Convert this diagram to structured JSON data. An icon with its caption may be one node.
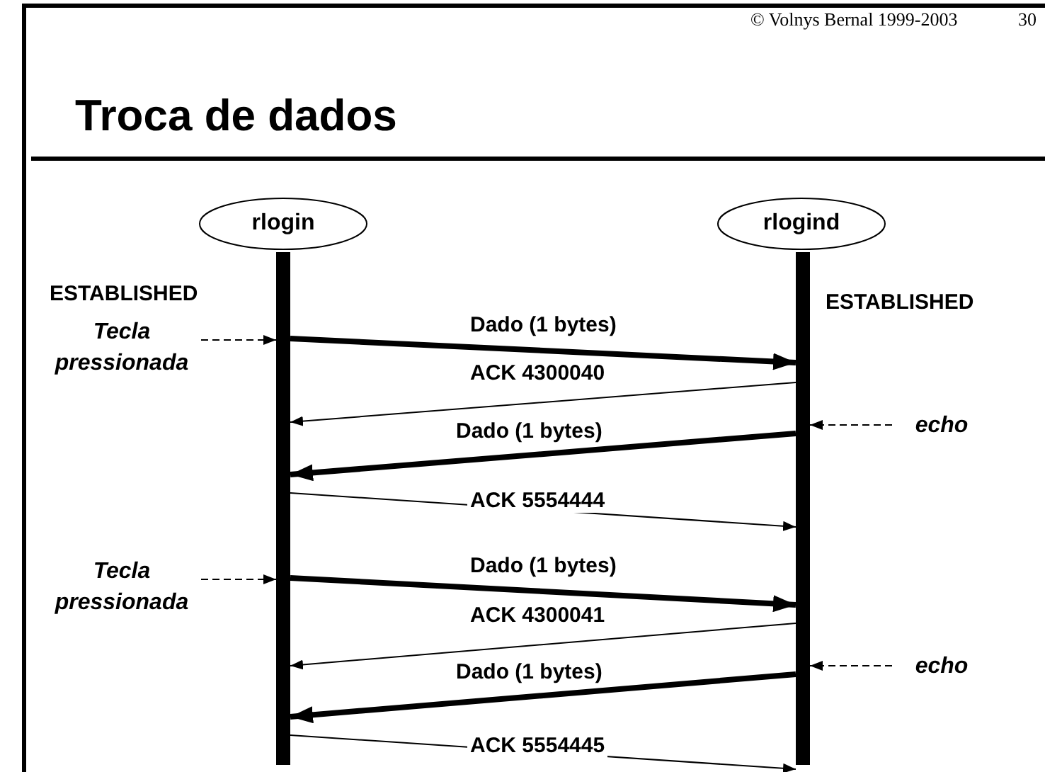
{
  "diagram": {
    "title": "Troca de dados",
    "nodes": [
      {
        "text": [
          "rlogin"
        ]
      },
      {
        "text": [
          "rlogind"
        ]
      },
      {
        "text": [],
        "shape": "bar"
      },
      {
        "text": [],
        "shape": "bar"
      },
      {
        "text": [
          "Tecla pressionada"
        ]
      },
      {
        "text": [
          "echo"
        ]
      },
      {
        "text": [
          "Tecla pressionada"
        ]
      },
      {
        "text": [
          "echo"
        ]
      }
    ],
    "edges": [
      {
        "from": 4,
        "to": 2,
        "arrow": "to",
        "style": "dashed"
      },
      {
        "from": 2,
        "to": 3,
        "arrow": "to",
        "label": "Dado (1 bytes)",
        "style": "thick"
      },
      {
        "from": 3,
        "to": 2,
        "arrow": "to",
        "label": "ACK 4300040"
      },
      {
        "from": 5,
        "to": 3,
        "arrow": "to",
        "style": "dashed"
      },
      {
        "from": 3,
        "to": 2,
        "arrow": "to",
        "label": "Dado (1 bytes)",
        "style": "thick"
      },
      {
        "from": 2,
        "to": 3,
        "arrow": "to",
        "label": "ACK 5554444"
      },
      {
        "from": 6,
        "to": 2,
        "arrow": "to",
        "style": "dashed"
      },
      {
        "from": 2,
        "to": 3,
        "arrow": "to",
        "label": "Dado (1 bytes)",
        "style": "thick"
      },
      {
        "from": 3,
        "to": 2,
        "arrow": "to",
        "label": "ACK 4300041"
      },
      {
        "from": 7,
        "to": 3,
        "arrow": "to",
        "style": "dashed"
      },
      {
        "from": 3,
        "to": 2,
        "arrow": "to",
        "label": "Dado (1 bytes)",
        "style": "thick"
      },
      {
        "from": 2,
        "to": 3,
        "arrow": "to",
        "label": "ACK 5554445"
      }
    ],
    "labels": [
      "© Volnys Bernal 1999-2003",
      "30",
      "ESTABLISHED",
      "ESTABLISHED"
    ]
  }
}
